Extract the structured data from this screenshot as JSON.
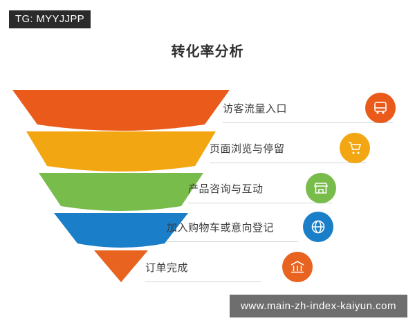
{
  "badge": {
    "text": "TG: MYYJJPP"
  },
  "title": "转化率分析",
  "watermark": {
    "text": "www.main-zh-index-kaiyun.com"
  },
  "chart_data": {
    "type": "funnel",
    "title": "转化率分析",
    "stages": [
      {
        "label": "访客流量入口",
        "color": "#ea5b1b",
        "icon": "bus-icon",
        "rule_width": 246
      },
      {
        "label": "页面浏览与停留",
        "color": "#f2a712",
        "icon": "shopping-cart-icon",
        "rule_width": 227
      },
      {
        "label": "产品咨询与互动",
        "color": "#78bc4c",
        "icon": "store-icon",
        "rule_width": 208
      },
      {
        "label": "加入购物车或意向登记",
        "color": "#1b7ec8",
        "icon": "globe-icon",
        "rule_width": 190
      },
      {
        "label": "订单完成",
        "color": "#e8631f",
        "icon": "bank-icon",
        "rule_width": 168
      }
    ]
  }
}
